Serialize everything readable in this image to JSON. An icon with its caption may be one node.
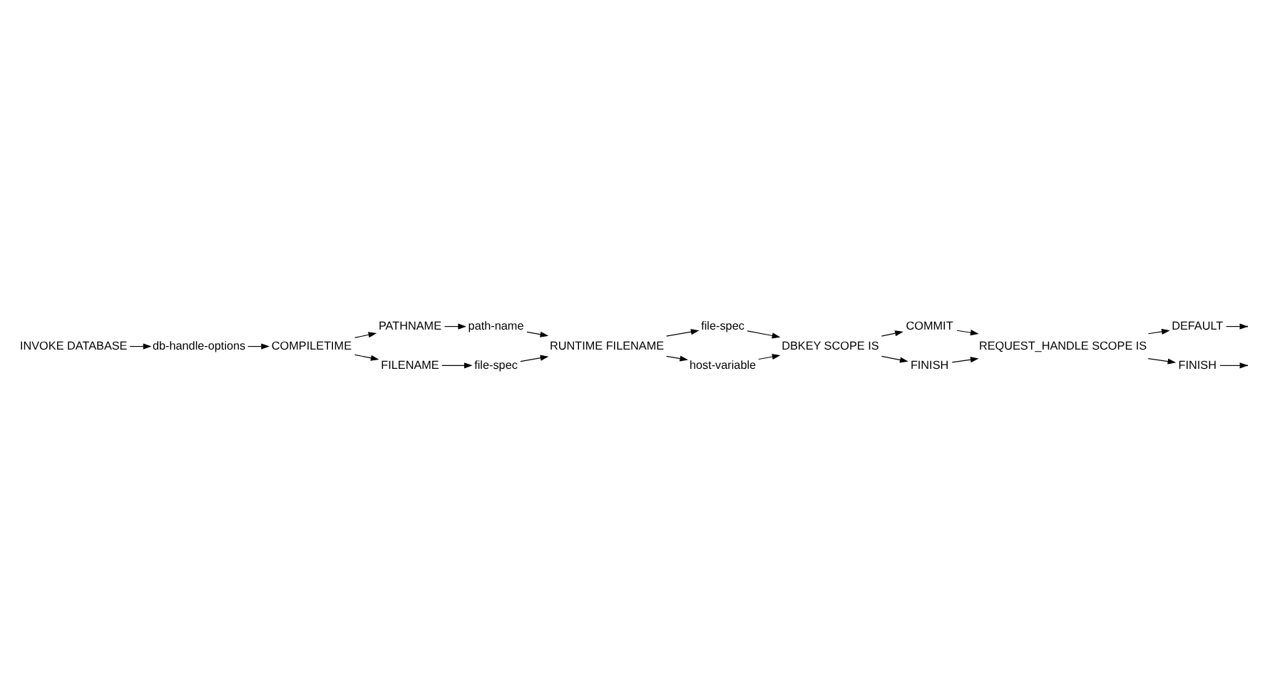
{
  "diagram": {
    "nodes": [
      {
        "text": [
          "INVOKE DATABASE"
        ]
      },
      {
        "text": [
          "db-handle-options"
        ]
      },
      {
        "text": [
          "COMPILETIME"
        ]
      },
      {
        "text": [
          "PATHNAME"
        ]
      },
      {
        "text": [
          "FILENAME"
        ]
      },
      {
        "text": [
          "path-name"
        ]
      },
      {
        "text": [
          "file-spec"
        ]
      },
      {
        "text": [
          "RUNTIME FILENAME"
        ]
      },
      {
        "text": [
          "file-spec"
        ]
      },
      {
        "text": [
          "host-variable"
        ]
      },
      {
        "text": [
          "DBKEY SCOPE IS"
        ]
      },
      {
        "text": [
          "COMMIT"
        ]
      },
      {
        "text": [
          "FINISH"
        ]
      },
      {
        "text": [
          "REQUEST_HANDLE SCOPE IS"
        ]
      },
      {
        "text": [
          "DEFAULT"
        ]
      },
      {
        "text": [
          "FINISH"
        ]
      }
    ],
    "edges": [
      {
        "from": 0,
        "to": 1,
        "arrow": "to"
      },
      {
        "from": 1,
        "to": 2,
        "arrow": "to"
      },
      {
        "from": 2,
        "to": 3,
        "arrow": "to"
      },
      {
        "from": 2,
        "to": 4,
        "arrow": "to"
      },
      {
        "from": 3,
        "to": 5,
        "arrow": "to"
      },
      {
        "from": 4,
        "to": 6,
        "arrow": "to"
      },
      {
        "from": 5,
        "to": 7,
        "arrow": "to"
      },
      {
        "from": 6,
        "to": 7,
        "arrow": "to"
      },
      {
        "from": 7,
        "to": 8,
        "arrow": "to"
      },
      {
        "from": 7,
        "to": 9,
        "arrow": "to"
      },
      {
        "from": 8,
        "to": 10,
        "arrow": "to"
      },
      {
        "from": 9,
        "to": 10,
        "arrow": "to"
      },
      {
        "from": 10,
        "to": 11,
        "arrow": "to"
      },
      {
        "from": 10,
        "to": 12,
        "arrow": "to"
      },
      {
        "from": 11,
        "to": 13,
        "arrow": "to"
      },
      {
        "from": 12,
        "to": 13,
        "arrow": "to"
      },
      {
        "from": 13,
        "to": 14,
        "arrow": "to"
      },
      {
        "from": 13,
        "to": 15,
        "arrow": "to"
      },
      {
        "from": 14,
        "to": null,
        "arrow": "to"
      },
      {
        "from": 15,
        "to": null,
        "arrow": "to"
      }
    ]
  }
}
